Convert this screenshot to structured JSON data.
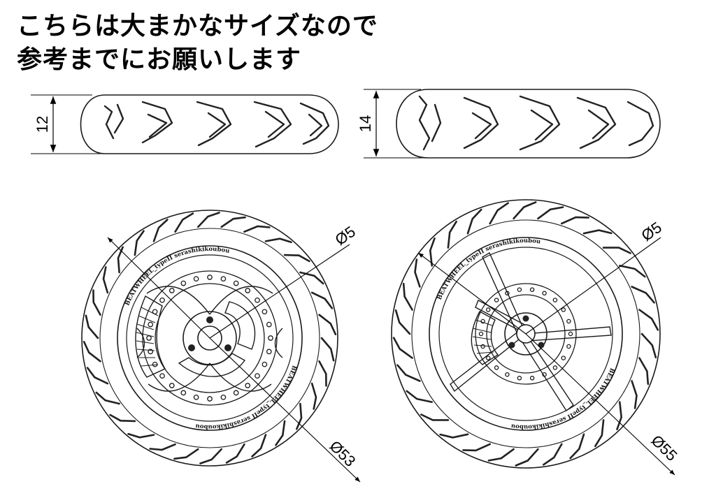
{
  "note": {
    "line1": "こちらは大まかなサイズなので",
    "line2": "参考までにお願いします"
  },
  "tire_profiles": [
    {
      "height_label": "12"
    },
    {
      "height_label": "14"
    }
  ],
  "wheels": [
    {
      "hub_dim": "Ø5",
      "outer_dim": "Ø53",
      "rim_text": "BEATWHEEL_typeII  serashikikoubou"
    },
    {
      "hub_dim": "Ø5",
      "outer_dim": "Ø55",
      "rim_text": "BEATWHEEL_typeII  serashikikoubou"
    }
  ],
  "colors": {
    "line": "#1a1a1a",
    "background": "#ffffff"
  }
}
